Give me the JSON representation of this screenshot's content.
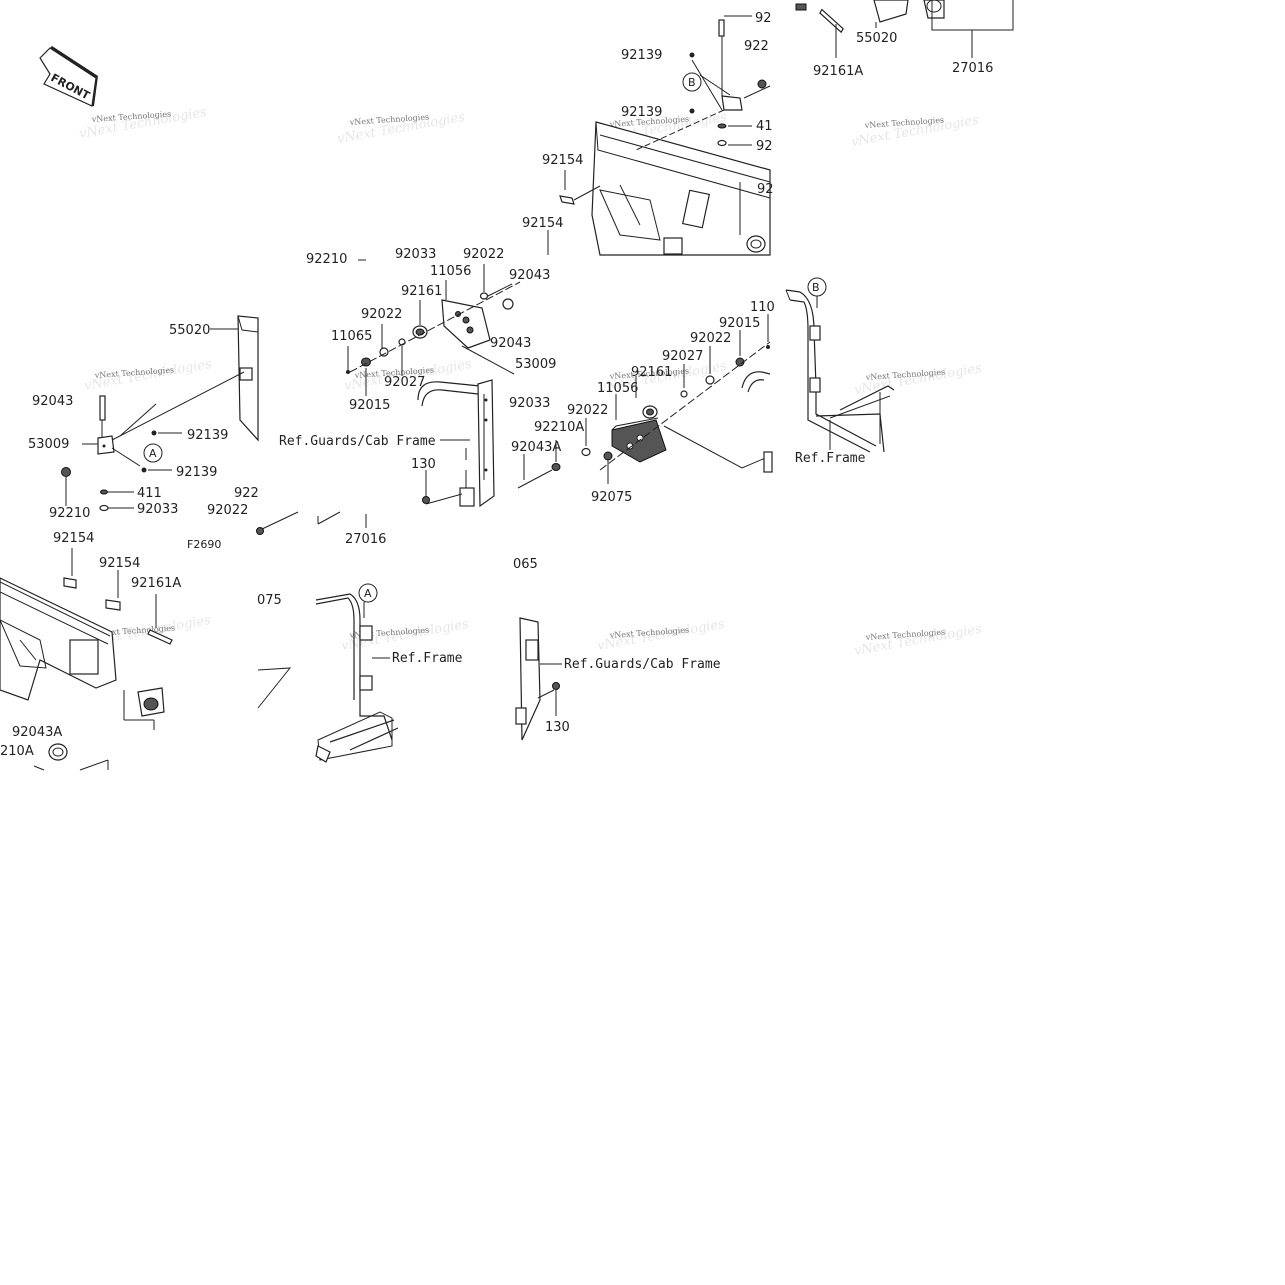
{
  "diagram": {
    "front_label": "FRONT",
    "watermark": "vNext Technologies",
    "figure_code": "F2690",
    "circle_markers": [
      "A",
      "B"
    ],
    "part_numbers": [
      "92139",
      "92139",
      "92",
      "922",
      "41",
      "92",
      "92",
      "92161A",
      "55020",
      "27016",
      "92154",
      "92154",
      "92210",
      "92033",
      "92022",
      "11056",
      "92043",
      "92161",
      "92022",
      "92043",
      "11065",
      "92027",
      "92015",
      "53009",
      "92033",
      "130",
      "92043A",
      "92022",
      "92210A",
      "11056",
      "92161",
      "92027",
      "92022",
      "92015",
      "110",
      "92075",
      "55020",
      "92043",
      "53009",
      "92139",
      "92139",
      "411",
      "92033",
      "92210",
      "92022",
      "922",
      "27016",
      "92154",
      "92154",
      "92161A",
      "92043A",
      "210A",
      "075",
      "065",
      "130"
    ],
    "refs": {
      "guards_cab_frame_1": "Ref.Guards/Cab Frame",
      "guards_cab_frame_2": "Ref.Guards/Cab Frame",
      "frame_1": "Ref.Frame",
      "frame_2": "Ref.Frame"
    }
  }
}
